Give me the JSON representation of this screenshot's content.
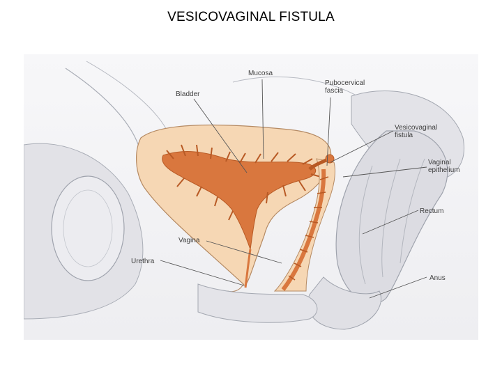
{
  "slide": {
    "title": "VESICOVAGINAL FISTULA"
  },
  "figure": {
    "labels": {
      "mucosa": "Mucosa",
      "bladder": "Bladder",
      "pubocervical_fascia": "Pubocervical\nfascia",
      "vesicovaginal_fistula": "Vesicovaginal\nfistula",
      "vaginal_epithelium": "Vaginal\nepithelium",
      "rectum": "Rectum",
      "vagina": "Vagina",
      "urethra": "Urethra",
      "anus": "Anus"
    },
    "colors": {
      "mucosa_orange": "#d9773e",
      "bladder_wall": "#f6d7b4",
      "tissue_gray": "#e6e6ea",
      "outline": "#9fa3ad"
    }
  }
}
